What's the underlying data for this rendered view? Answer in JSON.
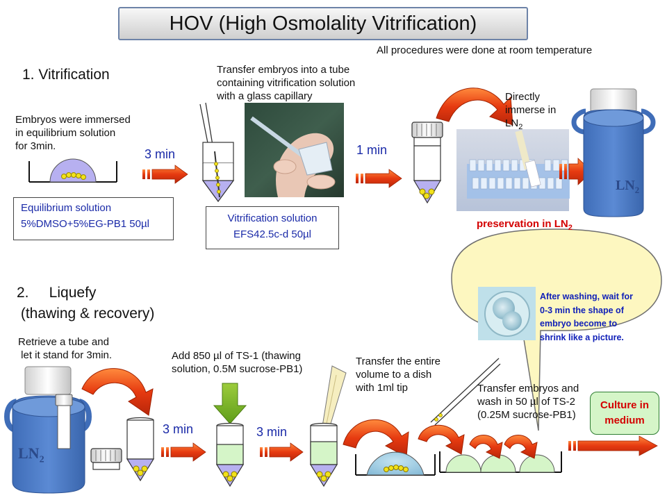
{
  "title": "HOV (High Osmolality Vitrification)",
  "subtitle_note": "All procedures were done at room temperature",
  "section1": {
    "heading": "1. Vitrification",
    "step1_note": [
      "Embryos were immersed",
      "in equilibrium solution",
      "for 3min."
    ],
    "equilibrium_box": [
      "Equilibrium  solution",
      "5%DMSO+5%EG-PB1  50µl"
    ],
    "time1": "3 min",
    "transfer_note": [
      "Transfer embryos into a tube",
      "containing vitrification solution",
      "with a glass capillary"
    ],
    "vitrification_box": [
      "Vitrification  solution",
      "EFS42.5c-d  50µl"
    ],
    "time2": "1 min",
    "immerse_note": [
      "Directly",
      "immerse in",
      "LN"
    ],
    "immerse_sub": "2",
    "ln2_label": "LN",
    "ln2_sub": "2",
    "preservation": "preservation  in  LN",
    "preservation_sub": "2"
  },
  "section2": {
    "heading_line1": "2.     Liquefy",
    "heading_line2": " (thawing & recovery)",
    "retrieve_note": [
      "Retrieve a tube and",
      " let it stand for 3min."
    ],
    "ln2_label": "LN",
    "ln2_sub": "2",
    "time1": "3 min",
    "add_note": [
      "Add 850 µl of TS-1  (thawing",
      "solution, 0.5M sucrose-PB1)"
    ],
    "time2": "3 min",
    "transfer_note": [
      "Transfer the entire",
      "volume to a dish",
      "with 1ml tip"
    ],
    "wash_note": [
      "Transfer embryos and",
      "wash in 50 µl of TS-2",
      "(0.25M sucrose-PB1)"
    ],
    "bubble_note": [
      "After washing, wait for",
      "0-3 min the shape of",
      "embryo become to",
      "shrink like a picture."
    ],
    "culture_box": [
      "Culture in",
      "medium"
    ]
  },
  "colors": {
    "bottle": "#4a7bc4",
    "arrow_red": "#e63a10",
    "solution_purple": "#b7b0f0",
    "solution_green": "#d5f5c8",
    "embryo_yellow": "#f2e21a",
    "bubble": "#fdf7c0"
  }
}
